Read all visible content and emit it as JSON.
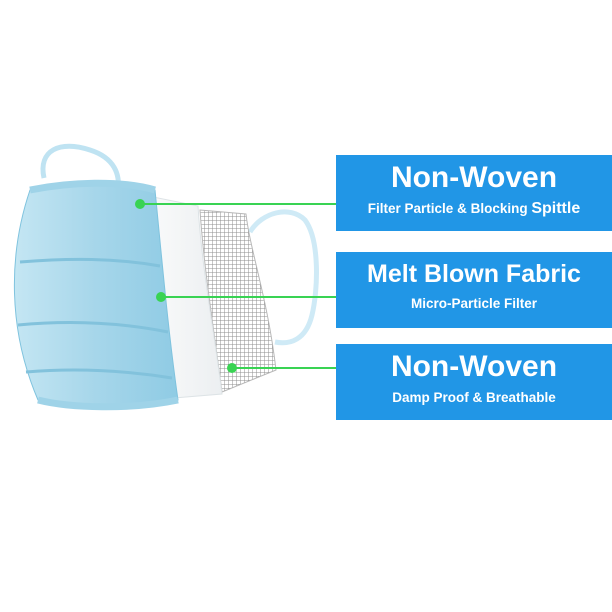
{
  "colors": {
    "box_fill": "#2196e6",
    "connector": "#39d353",
    "mask_blue": "#a9d8ec",
    "mask_white": "#f7f9fa",
    "mesh_gray": "#8f8f8f"
  },
  "layers": [
    {
      "title": "Non-Woven",
      "subtitle_main": "Filter Particle & Blocking ",
      "subtitle_emphasis": "Spittle"
    },
    {
      "title": "Melt Blown Fabric",
      "subtitle_main": "Micro-Particle Filter",
      "subtitle_emphasis": ""
    },
    {
      "title": "Non-Woven",
      "subtitle_main": "Damp Proof & Breathable",
      "subtitle_emphasis": ""
    }
  ]
}
